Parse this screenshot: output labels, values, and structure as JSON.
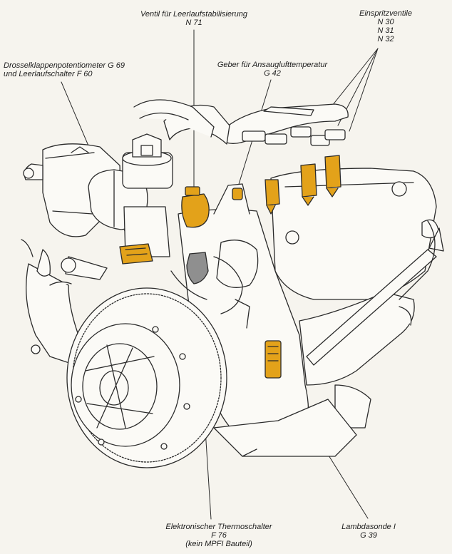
{
  "labels": {
    "idle_valve": {
      "line1": "Ventil für Leerlaufstabilisierung",
      "line2": "N 71"
    },
    "injectors": {
      "line1": "Einspritzventile",
      "line2": "N 30",
      "line3": "N 31",
      "line4": "N 32"
    },
    "throttle": {
      "line1": "Drosselklappenpotentiometer G 69",
      "line2": "und Leerlaufschalter F 60"
    },
    "intake_temp": {
      "line1": "Geber für Ansauglufttemperatur",
      "line2": "G 42"
    },
    "thermo_switch": {
      "line1": "Elektronischer Thermoschalter",
      "line2": "F 76",
      "line3": "(kein MPFI Bauteil)"
    },
    "lambda": {
      "line1": "Lambdasonde I",
      "line2": "G 39"
    }
  },
  "colors": {
    "line": "#2b2b2b",
    "highlight": "#e3a21a",
    "highlight_dark": "#b87a0c",
    "part_gray": "#8f8f8f",
    "background": "#f6f4ee"
  }
}
